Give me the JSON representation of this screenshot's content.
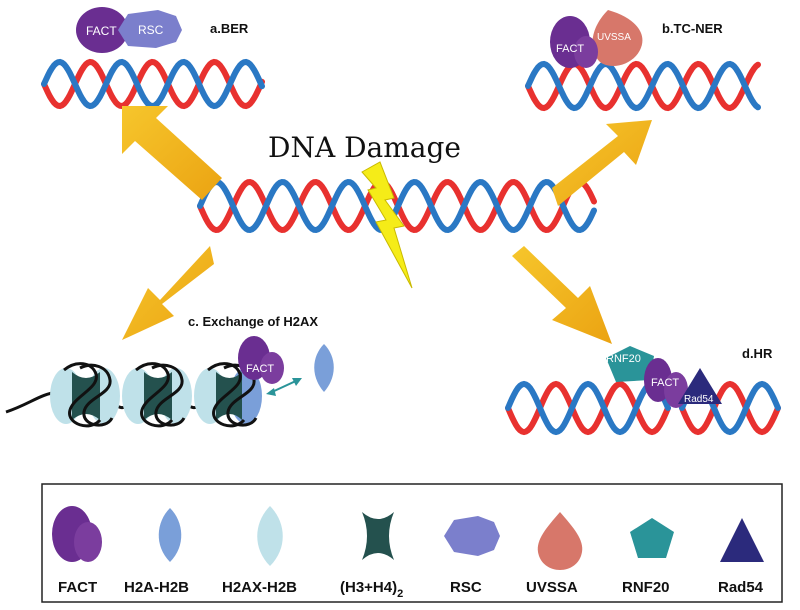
{
  "title": "DNA Damage",
  "pathways": {
    "ber": "a.BER",
    "tcner": "b.TC-NER",
    "h2ax": "c. Exchange of H2AX",
    "hr": "d.HR"
  },
  "shape_labels": {
    "fact": "FACT",
    "rsc": "RSC",
    "uvssa": "UVSSA",
    "rnf20": "RNF20",
    "rad54": "Rad54"
  },
  "legend": [
    {
      "name": "FACT",
      "label": "FACT"
    },
    {
      "name": "H2A-H2B",
      "label": "H2A-H2B"
    },
    {
      "name": "H2AX-H2B",
      "label": "H2AX-H2B"
    },
    {
      "name": "H3H4",
      "label": "(H3+H4)",
      "subscript": "2"
    },
    {
      "name": "RSC",
      "label": "RSC"
    },
    {
      "name": "UVSSA",
      "label": "UVSSA"
    },
    {
      "name": "RNF20",
      "label": "RNF20"
    },
    {
      "name": "Rad54",
      "label": "Rad54"
    }
  ],
  "colors": {
    "strand_red": "#e8312f",
    "strand_blue": "#2a78c4",
    "arrow": "#f2b21b",
    "lightning": "#f5ec18",
    "fact": "#6a2e91",
    "h2a_h2b": "#7a9fd9",
    "h2ax_h2b": "#bfe1e9",
    "h3h4": "#24514e",
    "rsc": "#7b7fcc",
    "uvssa": "#d7776a",
    "rnf20": "#2a9499",
    "rad54": "#2b2a7c"
  }
}
